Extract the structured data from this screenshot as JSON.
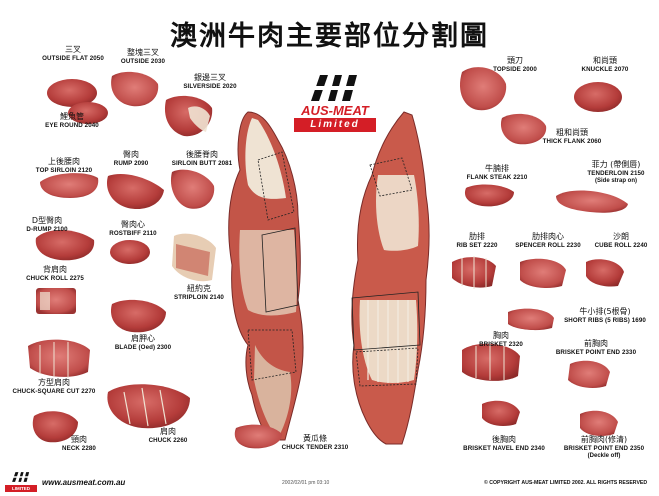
{
  "title": "澳洲牛肉主要部位分割圖",
  "logo": {
    "brand": "AUS-MEAT",
    "sub": "Limited",
    "footer_sub": "LIMITED"
  },
  "labels": {
    "outside_flat": {
      "zh": "三叉",
      "en": "OUTSIDE FLAT 2050"
    },
    "outside": {
      "zh": "整塊三叉",
      "en": "OUTSIDE 2030"
    },
    "silverside": {
      "zh": "銀邊三叉",
      "en": "SILVERSIDE 2020"
    },
    "eye_round": {
      "zh": "鯉魚管",
      "en": "EYE ROUND 2040"
    },
    "top_sirloin": {
      "zh": "上後腰肉",
      "en": "TOP SIRLOIN 2120"
    },
    "rump": {
      "zh": "臀肉",
      "en": "RUMP 2090"
    },
    "sirloin_butt": {
      "zh": "後腰脊肉",
      "en": "SIRLOIN BUTT 2081"
    },
    "d_rump": {
      "zh": "D型臀肉",
      "en": "D-RUMP 2100"
    },
    "rostbiff": {
      "zh": "臀肉心",
      "en": "ROSTBIFF 2110"
    },
    "chuck_roll": {
      "zh": "背肩肉",
      "en": "CHUCK ROLL 2275"
    },
    "striploin": {
      "zh": "紐約克",
      "en": "STRIPLOIN 2140"
    },
    "blade": {
      "zh": "肩胛心",
      "en": "BLADE (Oed) 2300"
    },
    "chuck_square": {
      "zh": "方型肩肉",
      "en": "CHUCK-SQUARE CUT 2270"
    },
    "chuck": {
      "zh": "肩肉",
      "en": "CHUCK 2260"
    },
    "neck": {
      "zh": "頸肉",
      "en": "NECK 2280"
    },
    "chuck_tender": {
      "zh": "黃瓜條",
      "en": "CHUCK TENDER 2310"
    },
    "topside": {
      "zh": "頭刀",
      "en": "TOPSIDE 2000"
    },
    "knuckle": {
      "zh": "和尚頭",
      "en": "KNUCKLE 2070"
    },
    "thick_flank": {
      "zh": "粗和尚頭",
      "en": "THICK FLANK 2060"
    },
    "flank_steak": {
      "zh": "牛腩排",
      "en": "FLANK STEAK 2210"
    },
    "tenderloin": {
      "zh": "菲力 (帶側唇)",
      "en": "TENDERLOIN 2150",
      "en2": "(Side strap on)"
    },
    "rib_set": {
      "zh": "肋排",
      "en": "RIB SET 2220"
    },
    "spencer_roll": {
      "zh": "肋排肉心",
      "en": "SPENCER ROLL 2230"
    },
    "cube_roll": {
      "zh": "沙朗",
      "en": "CUBE ROLL 2240"
    },
    "short_ribs": {
      "zh": "牛小排(5根骨)",
      "en": "SHORT RIBS (5 RIBS) 1690"
    },
    "brisket": {
      "zh": "胸肉",
      "en": "BRISKET 2320"
    },
    "brisket_point": {
      "zh": "前胸肉",
      "en": "BRISKET POINT END 2330"
    },
    "brisket_navel": {
      "zh": "後胸肉",
      "en": "BRISKET NAVEL END 2340"
    },
    "brisket_deckle": {
      "zh": "前胸肉(修清)",
      "en": "BRISKET POINT END 2350",
      "en2": "(Deckle off)"
    }
  },
  "footer": {
    "url": "www.ausmeat.com.au",
    "date": "2002/02/01 pm 03:10",
    "copyright": "© COPYRIGHT AUS-MEAT LIMITED 2002. ALL RIGHTS RESERVED"
  },
  "colors": {
    "brand_red": "#d41e26",
    "meat_red": "#b53a37",
    "fat_cream": "#efe3d3"
  }
}
